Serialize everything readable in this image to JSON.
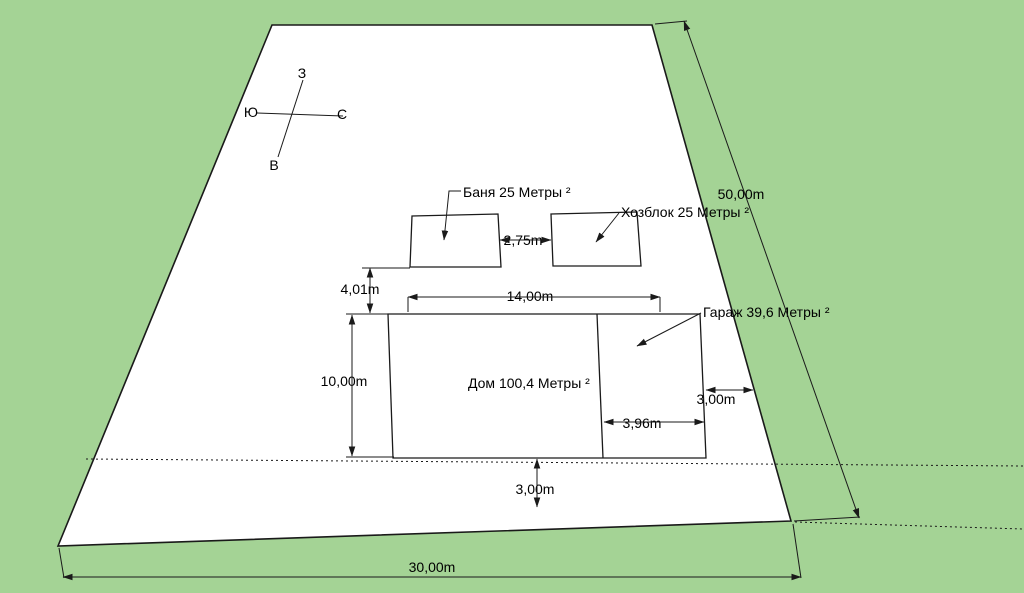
{
  "colors": {
    "background": "#a4d395",
    "plot_fill": "#ffffff",
    "line": "#000000"
  },
  "compass": {
    "top": "З",
    "left": "Ю",
    "right": "С",
    "bottom": "В"
  },
  "labels": {
    "banya": "Баня 25 Метры ²",
    "hozblok": "Хозблок 25 Метры ²",
    "garage": "Гараж 39,6 Метры ²",
    "house": "Дом 100,4 Метры ²"
  },
  "dimensions": {
    "gap_banya_hozblok": "2,75m",
    "plot_side": "50,00m",
    "offset_banya_house": "4,01m",
    "house_width": "14,00m",
    "house_depth": "10,00m",
    "garage_width": "3,96m",
    "side_setback": "3,00m",
    "front_setback": "3,00m",
    "plot_front": "30,00m"
  }
}
